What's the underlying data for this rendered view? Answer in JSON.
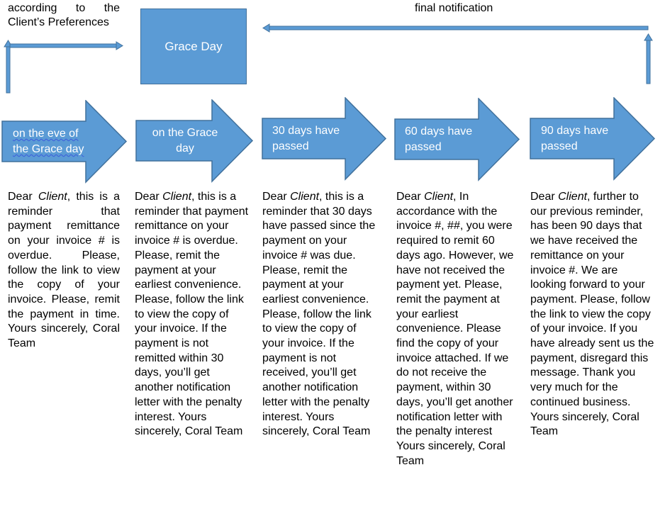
{
  "top_notes": {
    "preferences": "according to the Client’s Preferences",
    "final": "final notification"
  },
  "grace_box": {
    "label": "Grace Day"
  },
  "colors": {
    "arrow_fill": "#5b9bd5",
    "arrow_border": "#41719c",
    "label_text": "#ffffff"
  },
  "steps": [
    {
      "label": "on the eve of the Grace day",
      "letter_intro": "Dear ",
      "letter_client": "Client",
      "letter_body": ", this is a reminder that payment remittance on your invoice # is overdue. Please, follow the link to view the copy of your invoice. Please, remit the payment in time. Yours sincerely, Coral Team"
    },
    {
      "label": "on the Grace day",
      "letter_intro": "Dear ",
      "letter_client": "Client",
      "letter_body": ", this is a reminder that payment remittance on your invoice # is overdue. Please, remit the payment at your earliest convenience. Please, follow the link to view the copy of your invoice. If the payment is not remitted within 30 days, you’ll get another notification letter with the penalty interest. Yours sincerely, Coral Team"
    },
    {
      "label": "30 days have passed",
      "letter_intro": "Dear ",
      "letter_client": "Client",
      "letter_body": ", this is a reminder that 30 days have passed since the payment on your invoice # was due. Please, remit the payment at your earliest convenience. Please, follow the link to view the copy of your invoice. If the payment is not received, you’ll get another notification letter with the penalty interest. Yours sincerely, Coral Team"
    },
    {
      "label": "60 days have passed",
      "letter_intro": "Dear ",
      "letter_client": "Client",
      "letter_body": ", In accordance with the invoice #, ##, you were required to remit 60 days ago. However, we have not received the payment yet. Please, remit the payment at your earliest convenience. Please find the copy of your invoice attached. If we do not receive the payment, within 30 days, you’ll get another notification letter with the penalty interest Yours sincerely, Coral Team"
    },
    {
      "label": "90 days have passed",
      "letter_intro": "Dear ",
      "letter_client": "Client",
      "letter_body": ", further to our previous reminder, has been 90 days that we have received the remittance on your invoice #. We are looking forward to your payment. Please, follow the link to view the copy of your invoice. If you have already sent us the payment, disregard this message. Thank you very much for the continued business. Yours sincerely, Coral Team"
    }
  ]
}
